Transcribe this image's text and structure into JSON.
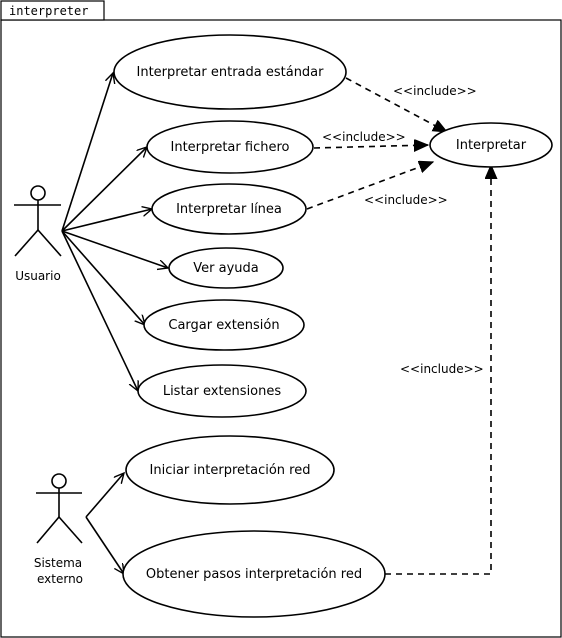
{
  "frame": {
    "title": "interpreter"
  },
  "actors": {
    "usuario": {
      "lines": [
        "Usuario"
      ]
    },
    "sistema": {
      "lines": [
        "Sistema",
        "externo"
      ]
    }
  },
  "use_cases": {
    "entrada": "Interpretar entrada estándar",
    "fichero": "Interpretar fichero",
    "linea": "Interpretar línea",
    "ayuda": "Ver ayuda",
    "cargar": "Cargar extensión",
    "listar": "Listar extensiones",
    "iniciar": "Iniciar interpretación red",
    "obtener": "Obtener pasos interpretación red",
    "interpretar": "Interpretar"
  },
  "relations": {
    "include_label": "<<include>>"
  }
}
